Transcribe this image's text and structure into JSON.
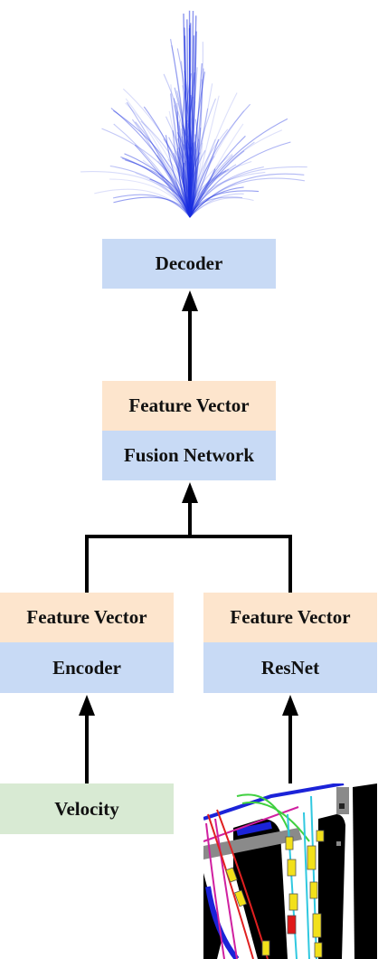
{
  "decoder": {
    "label": "Decoder"
  },
  "fusion": {
    "feature_label": "Feature Vector",
    "network_label": "Fusion Network"
  },
  "encoder_branch": {
    "feature_label": "Feature Vector",
    "module_label": "Encoder"
  },
  "resnet_branch": {
    "feature_label": "Feature Vector",
    "module_label": "ResNet"
  },
  "velocity": {
    "label": "Velocity"
  },
  "colors": {
    "module_blue": "#c8daf5",
    "feature_peach": "#fde5cd",
    "input_green": "#d8ead3",
    "trajectory_blue": "#1a2ee0",
    "arrow": "#000000"
  },
  "icons": {
    "trajectory_fan": "trajectory-fan-icon",
    "bev_map": "bev-map-image"
  }
}
